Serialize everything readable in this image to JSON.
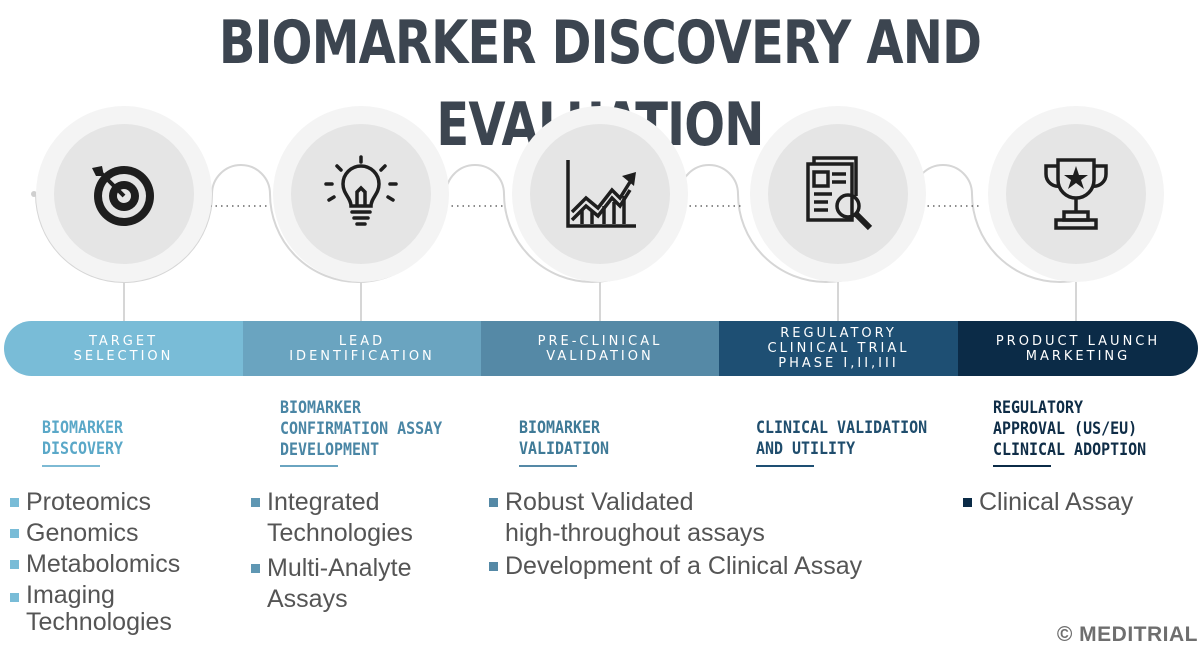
{
  "title": "BIOMARKER DISCOVERY AND EVALUATION",
  "colors": {
    "stage1": "#79bcd7",
    "stage2": "#6aa4c0",
    "stage3": "#5589a6",
    "stage4": "#1e4f73",
    "stage5": "#0b2b47",
    "heading1": "#5aa8c8",
    "heading2": "#4a86a5",
    "heading3": "#3f7a97",
    "heading4": "#1f4d6d",
    "heading5": "#0f2d47",
    "title": "#3c4550",
    "text": "#555555"
  },
  "stages": [
    {
      "icon": "target-icon",
      "bar_lines": [
        "TARGET",
        "SELECTION"
      ],
      "heading_lines": [
        "BIOMARKER",
        "DISCOVERY"
      ],
      "items": [
        [
          "Proteomics"
        ],
        [
          "Genomics"
        ],
        [
          "Metabolomics"
        ],
        [
          "Imaging",
          "Technologies"
        ]
      ]
    },
    {
      "icon": "lightbulb-icon",
      "bar_lines": [
        "LEAD",
        "IDENTIFICATION"
      ],
      "heading_lines": [
        "BIOMARKER",
        "CONFIRMATION ASSAY",
        "DEVELOPMENT"
      ],
      "items": [
        [
          "Integrated",
          "Technologies"
        ],
        [
          "Multi-Analyte",
          "Assays"
        ]
      ]
    },
    {
      "icon": "chart-growth-icon",
      "bar_lines": [
        "PRE-CLINICAL",
        "VALIDATION"
      ],
      "heading_lines": [
        "BIOMARKER",
        "VALIDATION"
      ],
      "items": [
        [
          "Robust Validated",
          "high-throughout assays"
        ],
        [
          "Development of  a Clinical Assay"
        ]
      ]
    },
    {
      "icon": "document-search-icon",
      "bar_lines": [
        "REGULATORY",
        "CLINICAL TRIAL",
        "PHASE I,II,III"
      ],
      "heading_lines": [
        "CLINICAL VALIDATION",
        "AND UTILITY"
      ],
      "items": [
        [
          "Clinical Assay"
        ]
      ]
    },
    {
      "icon": "trophy-icon",
      "bar_lines": [
        "PRODUCT LAUNCH",
        "MARKETING"
      ],
      "heading_lines": [
        "REGULATORY",
        "APPROVAL (US/EU)",
        "CLINICAL ADOPTION"
      ],
      "items": []
    }
  ],
  "credit": "© MEDITRIAL"
}
